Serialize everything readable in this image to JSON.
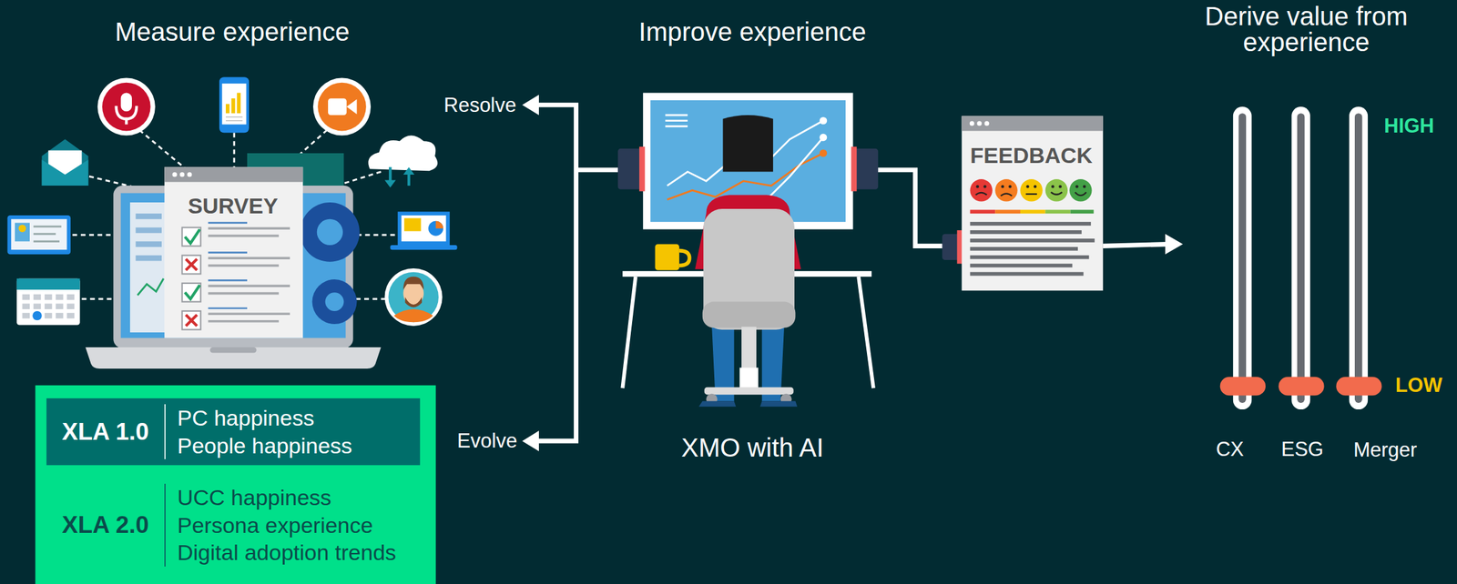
{
  "diagram": {
    "nodes": [
      {
        "text": [
          "XLA 1.0",
          "PC happiness",
          "People happiness"
        ]
      },
      {
        "text": [
          "XLA 2.0",
          "UCC happiness",
          "Persona experience",
          "Digital adoption trends"
        ]
      }
    ],
    "labels": [
      "Measure experience",
      "Improve experience",
      "Derive value from experience",
      "SURVEY",
      "Resolve",
      "Evolve",
      "XMO with AI",
      "FEEDBACK",
      "HIGH",
      "LOW",
      "CX",
      "ESG",
      "Merger"
    ]
  }
}
